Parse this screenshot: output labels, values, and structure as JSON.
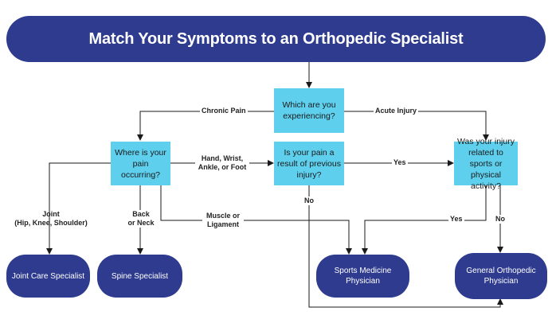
{
  "header": {
    "title": "Match Your Symptoms to an Orthopedic Specialist"
  },
  "questions": {
    "experiencing": "Which are you experiencing?",
    "where": "Where is your pain occurring?",
    "previous_injury": "Is your pain a result of previous injury?",
    "sports": "Was your injury related to sports or physical activity?"
  },
  "outcomes": {
    "joint_care": "Joint Care Specialist",
    "spine": "Spine Specialist",
    "sports_medicine": "Sports Medicine Physician",
    "general": "General Orthopedic Physician"
  },
  "edge_labels": {
    "chronic_pain": "Chronic Pain",
    "acute_injury": "Acute Injury",
    "hand_wrist": "Hand, Wrist,\nAnkle, or Foot",
    "yes_1": "Yes",
    "joint": "Joint\n(Hip, Knee, Shoulder)",
    "back_neck": "Back\nor Neck",
    "muscle_ligament": "Muscle or\nLigament",
    "no_1": "No",
    "yes_2": "Yes",
    "no_2": "No"
  },
  "colors": {
    "navy": "#2e3b8e",
    "cyan": "#5ed0ee",
    "line": "#1a1a1a"
  }
}
